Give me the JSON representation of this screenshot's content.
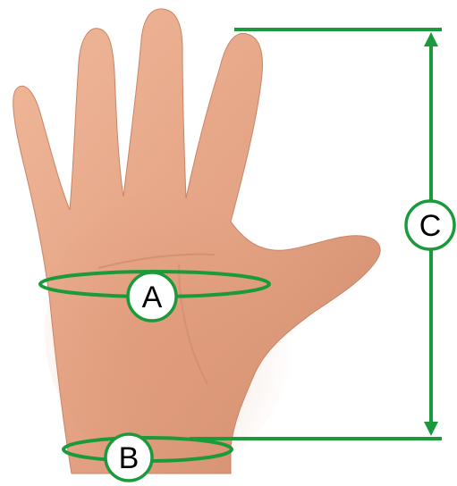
{
  "figure": {
    "subject": "hand-palm-icon",
    "accent_color": "#1a9a3a",
    "skin_color": "#e6a98a",
    "skin_shadow_color": "#c98465",
    "background_color": "#ffffff"
  },
  "labels": {
    "palm": "A",
    "wrist": "B",
    "length": "C"
  }
}
